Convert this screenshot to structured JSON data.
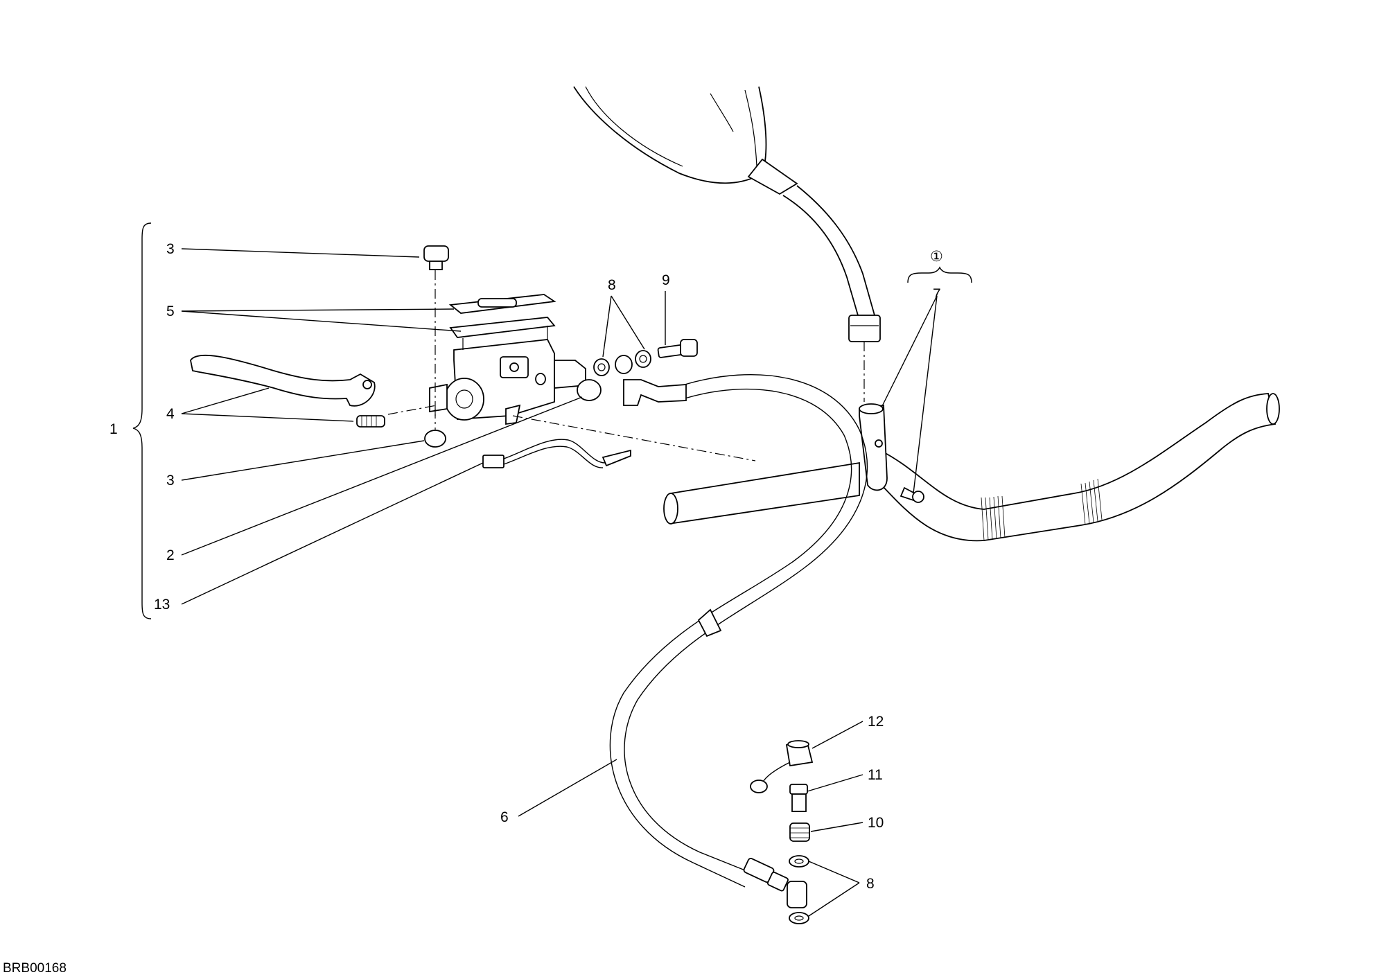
{
  "diagram": {
    "drawing_code": "BRB00168",
    "group_label": "1",
    "circled_note": "①",
    "callouts": [
      "3",
      "5",
      "4",
      "3",
      "2",
      "13",
      "8",
      "9",
      "7",
      "6",
      "12",
      "11",
      "10",
      "8"
    ]
  }
}
